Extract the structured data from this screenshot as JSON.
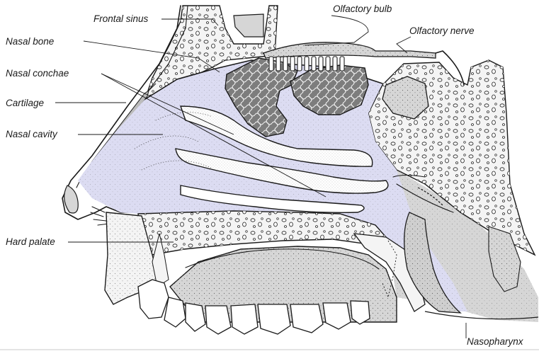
{
  "labels": {
    "frontal_sinus": "Frontal sinus",
    "nasal_bone": "Nasal bone",
    "nasal_conchae": "Nasal conchae",
    "cartilage": "Cartilage",
    "nasal_cavity": "Nasal cavity",
    "hard_palate": "Hard palate",
    "olfactory_bulb": "Olfactory bulb",
    "olfactory_nerve": "Olfactory nerve",
    "nasopharynx": "Nasopharynx"
  },
  "colors": {
    "airway": "#dcdcf2",
    "bone": "#f4f4f4",
    "tissue": "#d6d6d6",
    "olfactory_region": "#7d7d7d",
    "ink": "#1a1a1a",
    "footer_rule": "#c8c8c8"
  }
}
